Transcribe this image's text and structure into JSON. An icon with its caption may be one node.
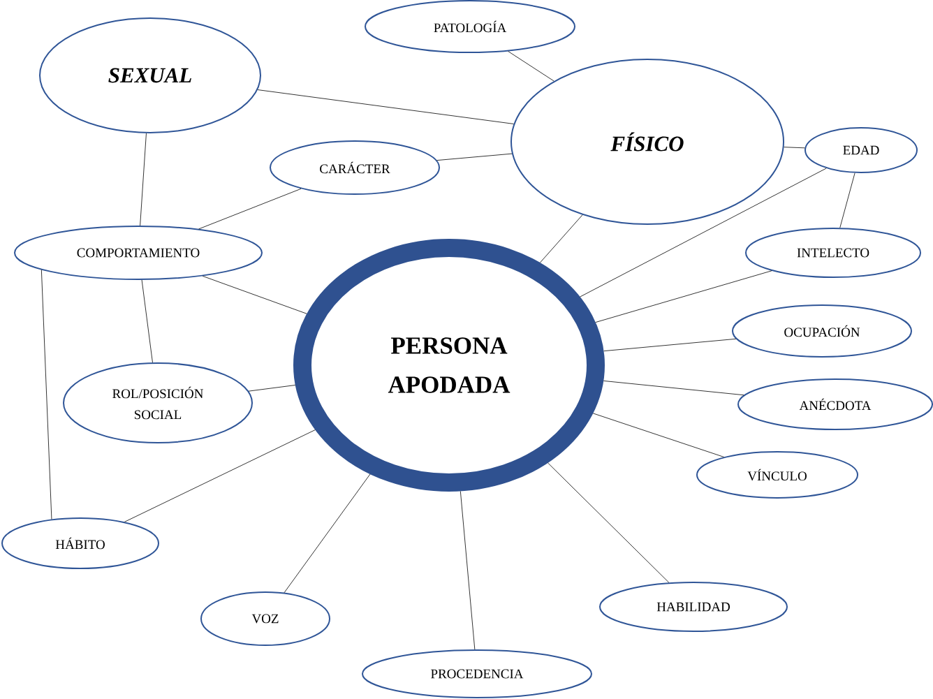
{
  "diagram": {
    "nodes": [
      {
        "text": [
          "PATOLOGÍA"
        ]
      },
      {
        "text": [
          "SEXUAL"
        ]
      },
      {
        "text": [
          "FÍSICO"
        ]
      },
      {
        "text": [
          "EDAD"
        ]
      },
      {
        "text": [
          "CARÁCTER"
        ]
      },
      {
        "text": [
          "COMPORTAMIENTO"
        ]
      },
      {
        "text": [
          "INTELECTO"
        ]
      },
      {
        "text": [
          "OCUPACIÓN"
        ]
      },
      {
        "text": [
          "PERSONA APODADA"
        ]
      },
      {
        "text": [
          "ROL/POSICIÓN SOCIAL"
        ]
      },
      {
        "text": [
          "ANÉCDOTA"
        ]
      },
      {
        "text": [
          "VÍNCULO"
        ]
      },
      {
        "text": [
          "HÁBITO"
        ]
      },
      {
        "text": [
          "HABILIDAD"
        ]
      },
      {
        "text": [
          "VOZ"
        ]
      },
      {
        "text": [
          "PROCEDENCIA"
        ]
      }
    ],
    "edges": [
      {
        "from": 0,
        "to": 2,
        "arrow": "none"
      },
      {
        "from": 1,
        "to": 2,
        "arrow": "none"
      },
      {
        "from": 1,
        "to": 5,
        "arrow": "none"
      },
      {
        "from": 2,
        "to": 3,
        "arrow": "none"
      },
      {
        "from": 4,
        "to": 2,
        "arrow": "none"
      },
      {
        "from": 4,
        "to": 5,
        "arrow": "none"
      },
      {
        "from": 2,
        "to": 8,
        "arrow": "none"
      },
      {
        "from": 3,
        "to": 8,
        "arrow": "none"
      },
      {
        "from": 3,
        "to": 6,
        "arrow": "none"
      },
      {
        "from": 5,
        "to": 8,
        "arrow": "none"
      },
      {
        "from": 6,
        "to": 8,
        "arrow": "none"
      },
      {
        "from": 7,
        "to": 8,
        "arrow": "none"
      },
      {
        "from": 5,
        "to": 9,
        "arrow": "none"
      },
      {
        "from": 5,
        "to": 12,
        "arrow": "none"
      },
      {
        "from": 9,
        "to": 8,
        "arrow": "none"
      },
      {
        "from": 10,
        "to": 8,
        "arrow": "none"
      },
      {
        "from": 11,
        "to": 8,
        "arrow": "none"
      },
      {
        "from": 12,
        "to": 8,
        "arrow": "none"
      },
      {
        "from": 14,
        "to": 8,
        "arrow": "none"
      },
      {
        "from": 15,
        "to": 8,
        "arrow": "none"
      },
      {
        "from": 13,
        "to": 8,
        "arrow": "none"
      }
    ]
  }
}
